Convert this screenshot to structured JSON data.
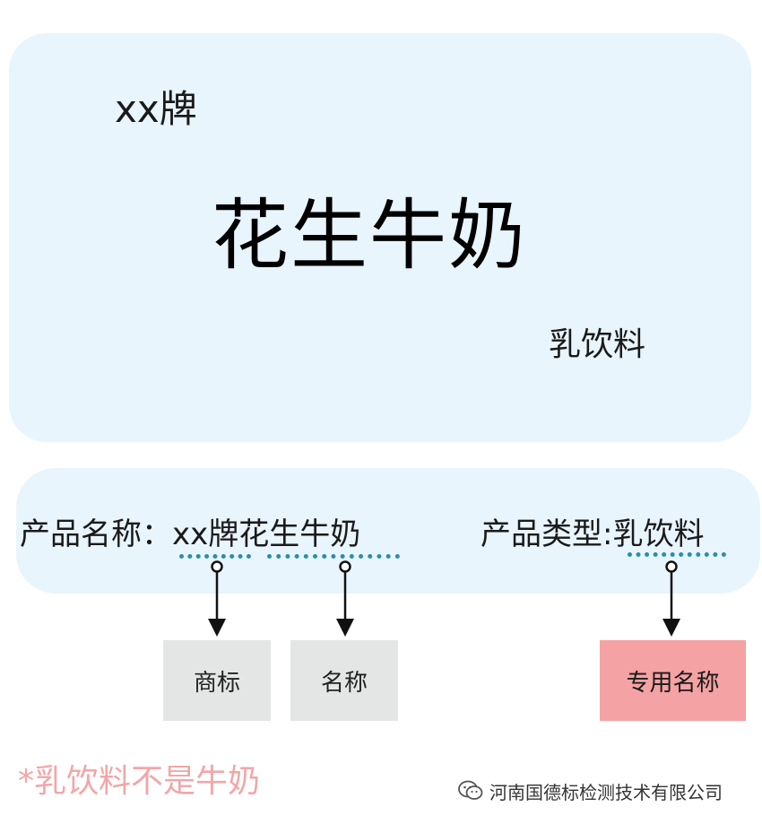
{
  "label_card": {
    "brand": "xx牌",
    "product_name": "花生牛奶",
    "product_type": "乳饮料"
  },
  "info_row": {
    "name_label": "产品名称：",
    "name_value_brand": "xx牌",
    "name_value_name": "花生牛奶",
    "type_label": "产品类型:",
    "type_value": "乳饮料"
  },
  "tags": {
    "trademark": "商标",
    "name": "名称",
    "special_name": "专用名称"
  },
  "note": "*乳饮料不是牛奶",
  "watermark": {
    "icon": "wechat-icon",
    "text": "河南国德标检测技术有限公司"
  },
  "colors": {
    "card_bg": "#e8f5fd",
    "dots": "#2a8fa6",
    "tag_gray": "#e4e6e6",
    "tag_red": "#f4a2a4",
    "note": "#f3a6a8"
  }
}
